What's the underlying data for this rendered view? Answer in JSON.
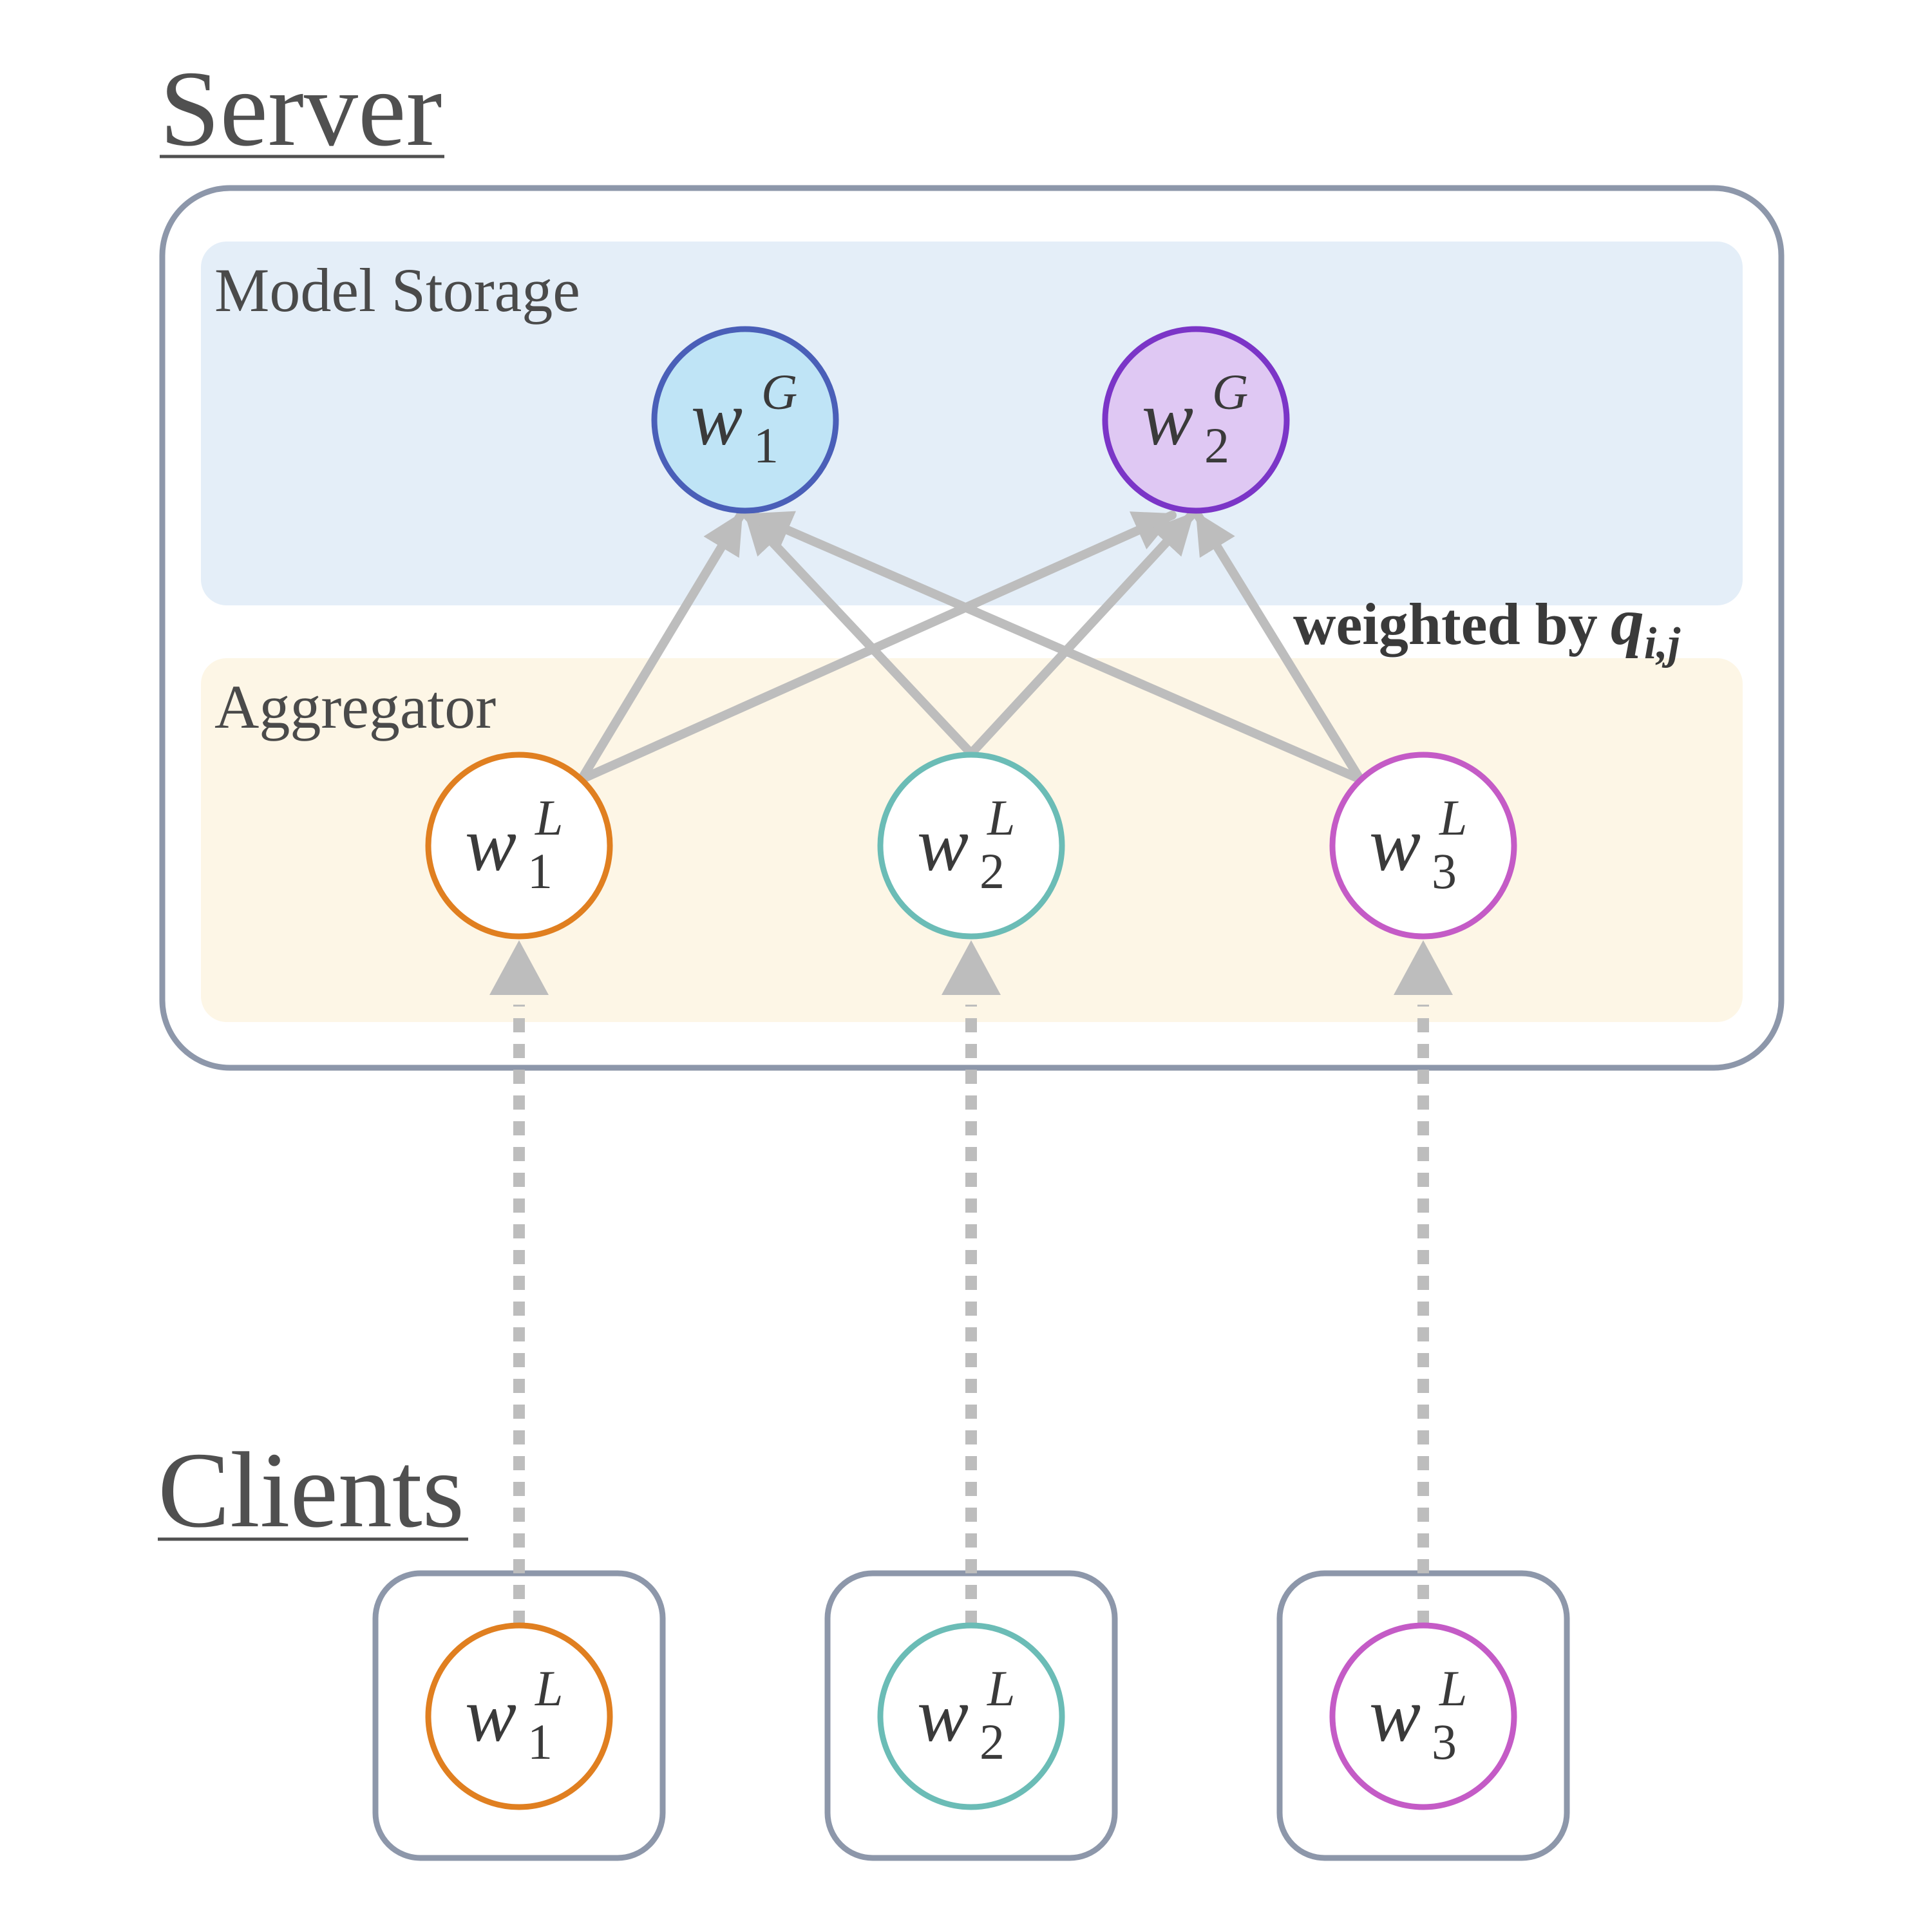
{
  "server": {
    "title": "Server",
    "model_storage": {
      "label": "Model Storage",
      "nodes": [
        {
          "var": "w",
          "sup": "G",
          "sub": "1",
          "fill": "#bfe4f6",
          "stroke": "#4a5fb8"
        },
        {
          "var": "w",
          "sup": "G",
          "sub": "2",
          "fill": "#dfc8f3",
          "stroke": "#7b35c7"
        }
      ]
    },
    "aggregator": {
      "label": "Aggregator",
      "nodes": [
        {
          "var": "w",
          "sup": "L",
          "sub": "1",
          "stroke": "#e07f20"
        },
        {
          "var": "w",
          "sup": "L",
          "sub": "2",
          "stroke": "#6bbcb6"
        },
        {
          "var": "w",
          "sup": "L",
          "sub": "3",
          "stroke": "#c45bc6"
        }
      ]
    },
    "weight_label": {
      "text": "weighted by",
      "symbol": "q",
      "subscript": "i,j"
    }
  },
  "clients": {
    "title": "Clients",
    "nodes": [
      {
        "var": "w",
        "sup": "L",
        "sub": "1",
        "stroke": "#e07f20"
      },
      {
        "var": "w",
        "sup": "L",
        "sub": "2",
        "stroke": "#6bbcb6"
      },
      {
        "var": "w",
        "sup": "L",
        "sub": "3",
        "stroke": "#c45bc6"
      }
    ]
  },
  "colors": {
    "frame": "#8d97aa",
    "storage_bg": "#e4eef8",
    "aggregator_bg": "#fdf6e6",
    "arrow": "#bdbdbd"
  }
}
